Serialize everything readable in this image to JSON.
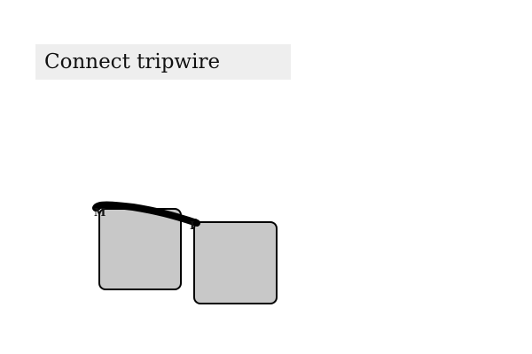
{
  "task": {
    "instruction": "Connect tripwire"
  },
  "boxes": [
    {
      "id": "left",
      "label": ""
    },
    {
      "id": "right",
      "label": ""
    }
  ],
  "wire": {
    "start_label": "M",
    "end_label": "I",
    "color": "#000000"
  },
  "colors": {
    "banner_bg": "#eeeeee",
    "box_fill": "#c8c8c8",
    "box_border": "#000000"
  }
}
